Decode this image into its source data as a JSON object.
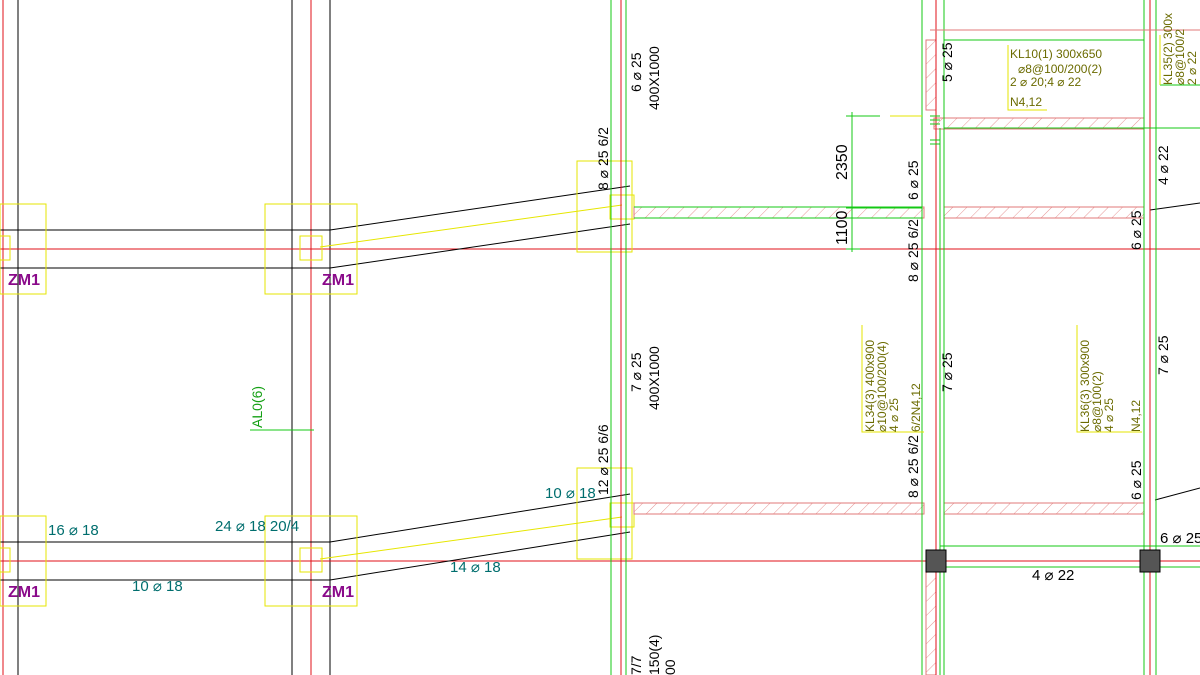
{
  "colors": {
    "red": "#e0101a",
    "green": "#14c814",
    "black": "#000000",
    "yellow": "#e6e600",
    "olive": "#6b6b00",
    "teal": "#006e6e",
    "purple": "#8a0a8a",
    "hatch": "#e07a7a",
    "block": "#555555"
  },
  "pile_caps": {
    "label": "ZM1"
  },
  "beam_labels": {
    "col1_top_size": "400X1000",
    "col1_top_bar": "6 ⌀ 25",
    "col1_bot_size": "400X1000",
    "col1_bot_bar": "7 ⌀ 25",
    "col1_stirrup_top": "8 ⌀ 25  6/2",
    "col1_stirrup_bot": "12 ⌀ 25  6/6",
    "col1_bottom_size": "150(4)",
    "col1_bottom_a": "7/7",
    "col1_bottom_b": "00",
    "col2_top": "5 ⌀ 25",
    "col2_mid1": "6 ⌀ 25",
    "col2_mid2": "8 ⌀ 25  6/2",
    "col2_mid3": "7 ⌀ 25",
    "col2_mid4": "8 ⌀ 25  6/2",
    "col3_top": "4 ⌀ 22",
    "col3_mid1": "6 ⌀ 25",
    "col3_mid2": "7 ⌀ 25",
    "col3_mid3": "6 ⌀ 25",
    "right_bar": "6 ⌀ 25",
    "bottom_bar": "4 ⌀ 22",
    "al_tag": "AL0(6)"
  },
  "rebar_labels": {
    "r1": "16 ⌀ 18",
    "r2": "24 ⌀ 18  20/4",
    "r3": "10 ⌀ 18",
    "r4": "14 ⌀ 18",
    "r5": "10 ⌀ 18"
  },
  "dimensions": {
    "d1": "2350",
    "d2": "1100"
  },
  "yellow_notes": {
    "kl10_a": "KL10(1) 300x650",
    "kl10_b": "⌀8@100/200(2)",
    "kl10_c": "2 ⌀ 20;4 ⌀ 22",
    "kl10_d": "N4,12",
    "kl35_a": "KL35(2) 300x",
    "kl35_b": "⌀8@100/2",
    "kl35_c": "2 ⌀ 22",
    "kl34_a": "KL34(3) 400x900",
    "kl34_b": "⌀10@100/200(4)",
    "kl34_c": "4 ⌀ 25",
    "kl34_d": "6/2N4,12",
    "kl36_a": "KL36(3) 300x900",
    "kl36_b": "⌀8@100(2)",
    "kl36_c": "4 ⌀ 25",
    "kl36_d": "N4,12"
  }
}
